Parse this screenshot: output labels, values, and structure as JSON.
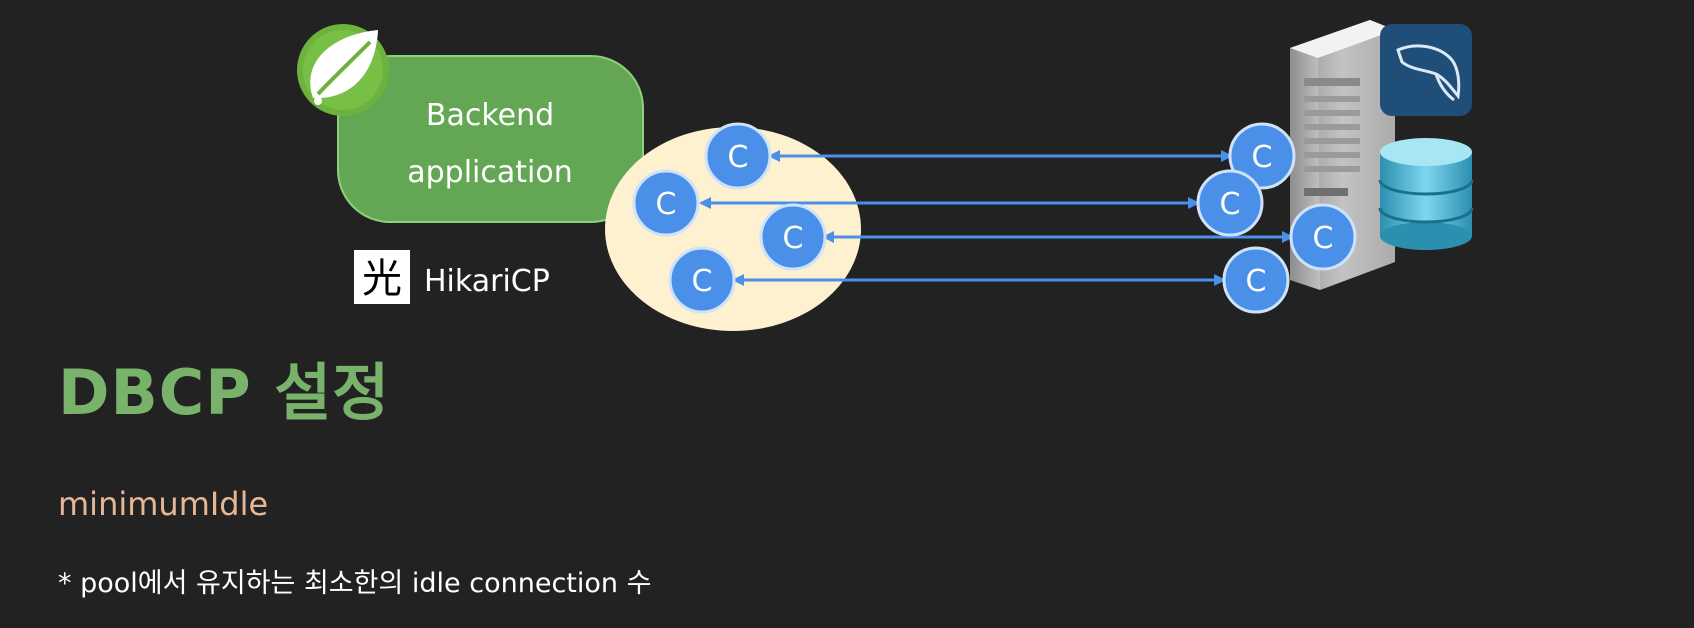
{
  "diagram": {
    "app_label_line1": "Backend",
    "app_label_line2": "application",
    "pool_library": "HikariCP",
    "pool_logo_glyph": "光",
    "connection_glyph": "C",
    "app_icon": "spring-leaf-icon",
    "db_server_icon": "server-tower-icon",
    "db_brand_icon": "mysql-dolphin-icon",
    "db_storage_icon": "database-cylinder-icon",
    "colors": {
      "app_box": "#63a755",
      "pool": "#fdf1cf",
      "connection": "#4a90e8",
      "arrow": "#4a90e8",
      "title": "#79b36b",
      "setting_name": "#e7b795"
    }
  },
  "title": "DBCP 설정",
  "setting_name": "minimumIdle",
  "setting_description": "* pool에서 유지하는 최소한의 idle connection 수"
}
